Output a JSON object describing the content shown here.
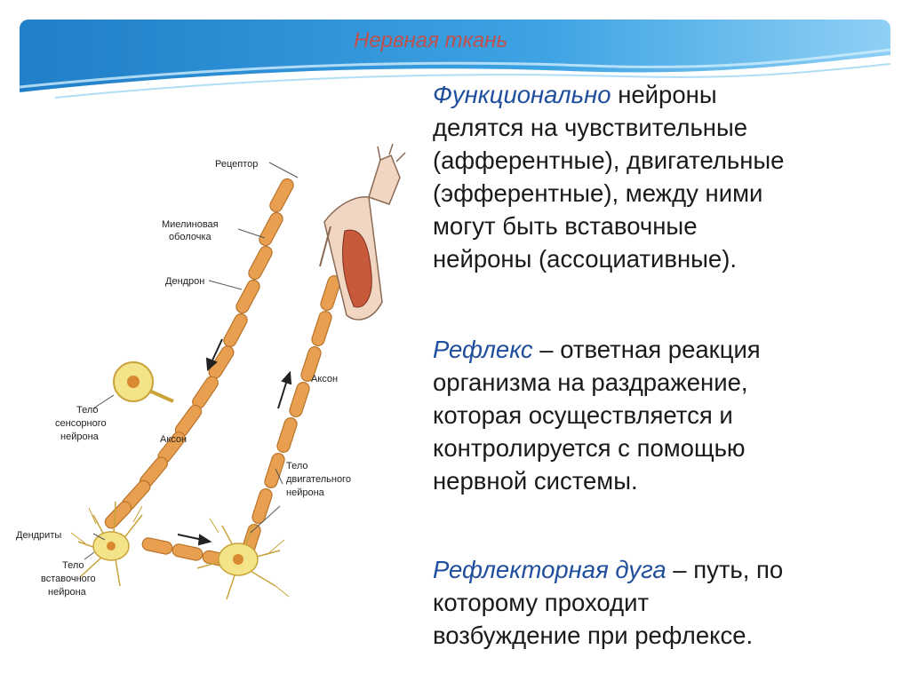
{
  "slide": {
    "title": "Нервная ткань",
    "paragraphs": [
      {
        "term": "Функционально",
        "line1_rest": " нейроны",
        "lines": [
          "делятся на чувствительные",
          "(афферентные), двигательные",
          "(эфферентные), между ними",
          "могут быть вставочные",
          "нейроны (ассоциативные)."
        ]
      },
      {
        "term": "Рефлекс",
        "line1_rest": " – ответная реакция",
        "lines": [
          "организма на раздражение,",
          "которая осуществляется и",
          "контролируется с помощью",
          "нервной системы."
        ]
      },
      {
        "term": "Рефлекторная дуга",
        "line1_rest": " – путь, по",
        "lines": [
          "которому проходит",
          "возбуждение при рефлексе."
        ]
      }
    ]
  },
  "diagram": {
    "labels": {
      "receptor": "Рецептор",
      "myelin_1": "Миелиновая",
      "myelin_2": "оболочка",
      "dendron": "Дендрон",
      "sensory_1": "Тело",
      "sensory_2": "сенсорного",
      "sensory_3": "нейрона",
      "axon_left": "Аксон",
      "axon_right": "Аксон",
      "motor_1": "Тело",
      "motor_2": "двигательного",
      "motor_3": "нейрона",
      "dendrites": "Дендриты",
      "inter_1": "Тело",
      "inter_2": "вставочного",
      "inter_3": "нейрона"
    }
  },
  "colors": {
    "title": "#c0504d",
    "term": "#1f4e9c",
    "body_text": "#1a1a1a",
    "header_blue": "#2a8fd4",
    "nerve_orange": "#e8a050",
    "cell_yellow": "#f3e48a"
  }
}
